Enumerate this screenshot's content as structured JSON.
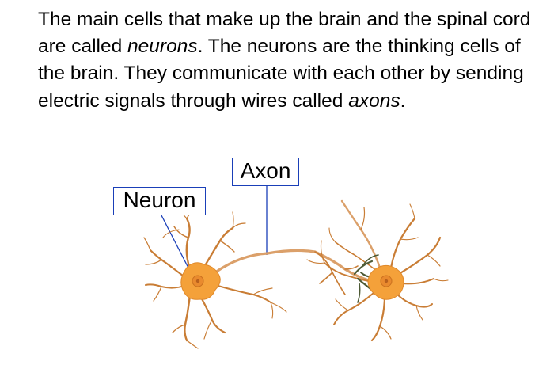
{
  "paragraph": {
    "part1": "The main cells that make up the brain and the spinal cord are called ",
    "em1": "neurons",
    "part2": ". The neurons are the thinking cells of the brain. They communicate with each other by sending electric signals through wires called ",
    "em2": "axons",
    "part3": "."
  },
  "labels": {
    "neuron": "Neuron",
    "axon": "Axon"
  },
  "colors": {
    "cell_fill": "#f4a13a",
    "dendrite": "#c97d35",
    "axon": "#dba06a",
    "synapse": "#4d5a35",
    "leader_line": "#1a3fb8",
    "nucleus": "#e98a2e"
  }
}
